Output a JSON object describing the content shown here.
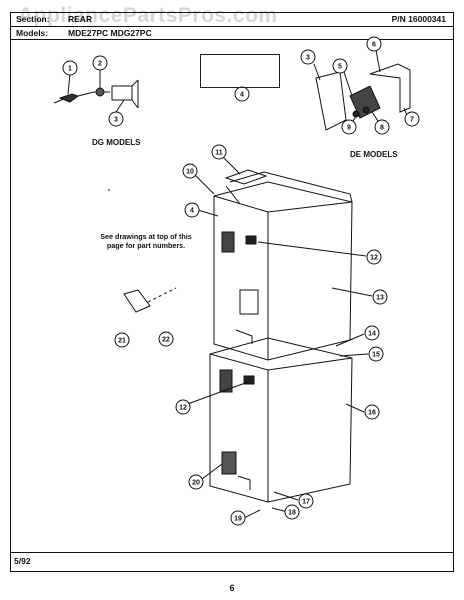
{
  "watermark": "AppliancePartsPros.com",
  "header": {
    "section_label": "Section:",
    "section_value": "REAR",
    "pn": "P/N 16000341"
  },
  "models": {
    "label": "Models:",
    "value": "MDE27PC   MDG27PC"
  },
  "labels": {
    "dg_models": "DG MODELS",
    "de_models": "DE MODELS",
    "callout_note": "See drawings at top of this page for part numbers."
  },
  "warning_text": "",
  "callouts": [
    "1",
    "2",
    "3",
    "4",
    "3",
    "5",
    "6",
    "7",
    "8",
    "9",
    "10",
    "11",
    "4",
    "12",
    "13",
    "14",
    "15",
    "12",
    "16",
    "17",
    "18",
    "19",
    "20",
    "21",
    "22"
  ],
  "footer": {
    "date": "5/92",
    "page": "6"
  }
}
